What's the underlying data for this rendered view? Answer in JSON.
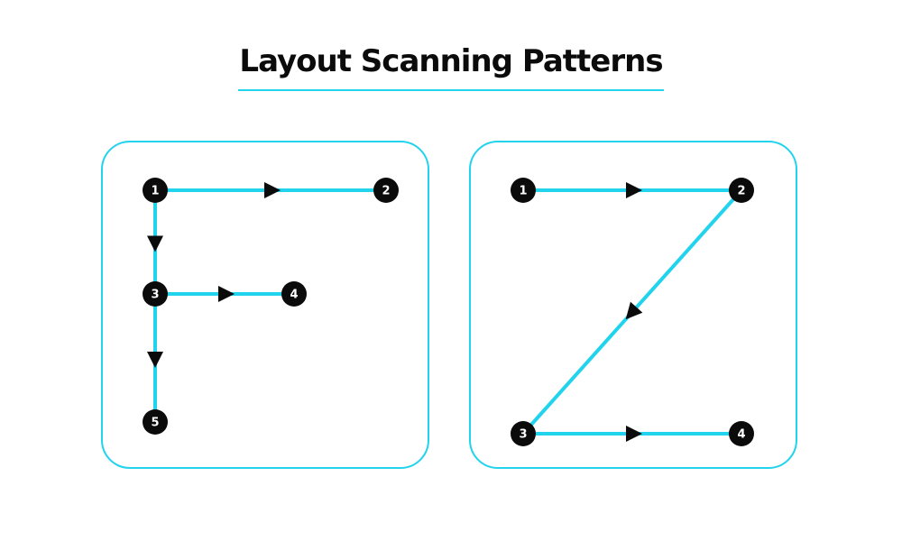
{
  "title": "Layout Scanning Patterns",
  "colors": {
    "accent": "#22d3ee",
    "node": "#0b0b0b",
    "arrow": "#0b0b0b",
    "node_text": "#ffffff",
    "text": "#0b0b0b"
  },
  "patterns": [
    {
      "id": "f-pattern",
      "nodes": [
        "1",
        "2",
        "3",
        "4",
        "5"
      ],
      "paths": [
        [
          "1",
          "2"
        ],
        [
          "1",
          "3"
        ],
        [
          "3",
          "4"
        ],
        [
          "3",
          "5"
        ]
      ]
    },
    {
      "id": "z-pattern",
      "nodes": [
        "1",
        "2",
        "3",
        "4"
      ],
      "paths": [
        [
          "1",
          "2"
        ],
        [
          "2",
          "3"
        ],
        [
          "3",
          "4"
        ]
      ]
    }
  ]
}
